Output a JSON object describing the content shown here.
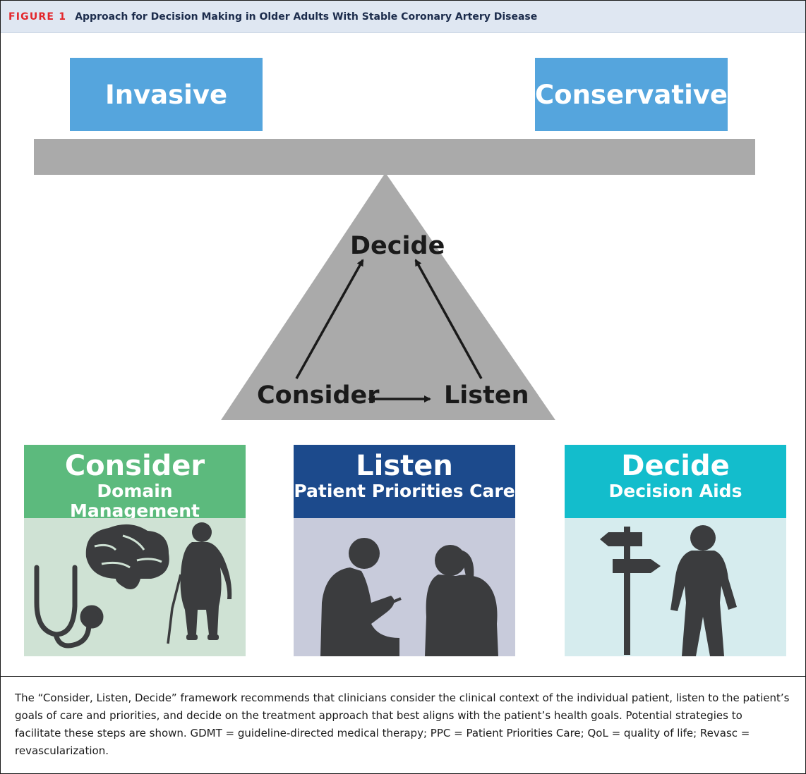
{
  "header": {
    "label": "FIGURE 1",
    "title": "Approach for Decision Making in Older Adults With Stable Coronary Artery Disease"
  },
  "balance": {
    "left_option": "Invasive",
    "right_option": "Conservative"
  },
  "triangle": {
    "top": "Decide",
    "left": "Consider",
    "right": "Listen"
  },
  "cards": [
    {
      "title": "Consider",
      "subtitle": "Domain Management Approach",
      "color": "#5cba7d",
      "bg": "#cfe2d4",
      "icons": [
        "stethoscope-icon",
        "brain-icon",
        "older-woman-with-cane-icon"
      ]
    },
    {
      "title": "Listen",
      "subtitle": "Patient Priorities Care",
      "color": "#1c4a8c",
      "bg": "#c8cbdb",
      "icons": [
        "clinician-icon",
        "patient-icon"
      ]
    },
    {
      "title": "Decide",
      "subtitle": "Decision Aids",
      "color": "#13bdcc",
      "bg": "#d6ecee",
      "icons": [
        "signpost-icon",
        "man-icon"
      ]
    }
  ],
  "caption": "The “Consider, Listen, Decide” framework recommends that clinicians consider the clinical context of the individual patient, listen to the patient’s goals of care and priorities, and decide on the treatment approach that best aligns with the patient’s health goals. Potential strategies to facilitate these steps are shown. GDMT = guideline-directed medical therapy; PPC = Patient Priorities Care; QoL = quality of life; Revasc = revascularization.",
  "colors": {
    "header_bg": "#dfe7f2",
    "label_red": "#e3262b",
    "balance_blue": "#55a5dd",
    "gray": "#aaaaaa",
    "icon_dark": "#3b3c3e"
  }
}
